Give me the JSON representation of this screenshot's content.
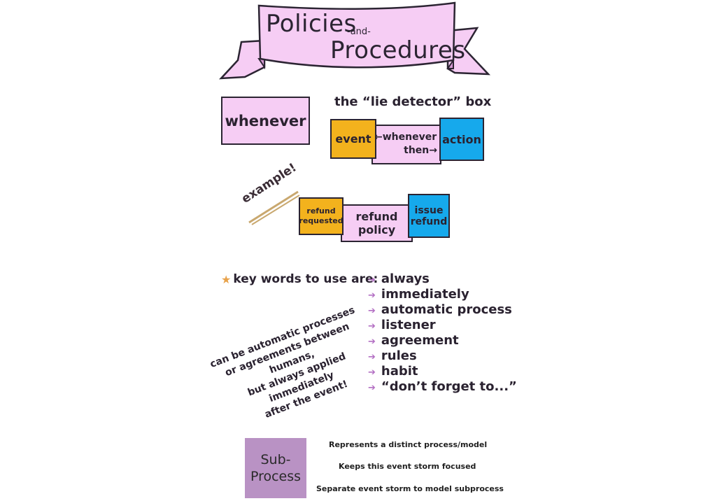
{
  "banner": {
    "line1": "Policies",
    "connector": "-and-",
    "line2": "Procedures"
  },
  "whenever_box": "whenever",
  "lie_detector": {
    "title": "the “lie detector” box",
    "event_label": "event",
    "middle_line1": "←whenever",
    "middle_line2": "then→",
    "action_label": "action"
  },
  "example": {
    "tag": "example!",
    "event_label_1": "refund",
    "event_label_2": "requested",
    "policy_label_1": "refund",
    "policy_label_2": "policy",
    "action_label_1": "issue",
    "action_label_2": "refund"
  },
  "keywords": {
    "heading": "key words to use are:",
    "items": [
      "always",
      "immediately",
      "automatic process",
      "listener",
      "agreement",
      "rules",
      "habit",
      "“don’t forget to...”"
    ]
  },
  "note": {
    "lines": [
      "can be automatic processes",
      "or agreements between humans,",
      "but always applied immediately",
      "after the event!"
    ]
  },
  "legend": {
    "box_line1": "Sub-",
    "box_line2": "Process",
    "box_color": "#b992c4",
    "items": [
      "Represents a distinct process/model",
      "Keeps this event storm focused",
      "Separate event storm to model subprocess"
    ]
  },
  "colors": {
    "pink": "#f6cdf4",
    "yellow": "#f3b21d",
    "blue": "#16a9ec",
    "arrow": "#b36fc3"
  }
}
